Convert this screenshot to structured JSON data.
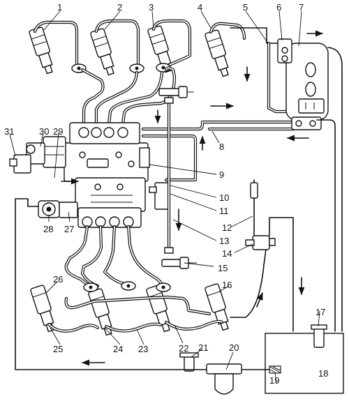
{
  "figure": {
    "callouts": [
      "1",
      "2",
      "3",
      "4",
      "5",
      "6",
      "7",
      "8",
      "9",
      "10",
      "11",
      "12",
      "13",
      "14",
      "15",
      "16",
      "17",
      "18",
      "19",
      "20",
      "21",
      "22",
      "23",
      "24",
      "25",
      "26",
      "27",
      "28",
      "29",
      "30",
      "31"
    ]
  },
  "colors": {
    "ink": "#111111",
    "paper": "#ffffff"
  }
}
